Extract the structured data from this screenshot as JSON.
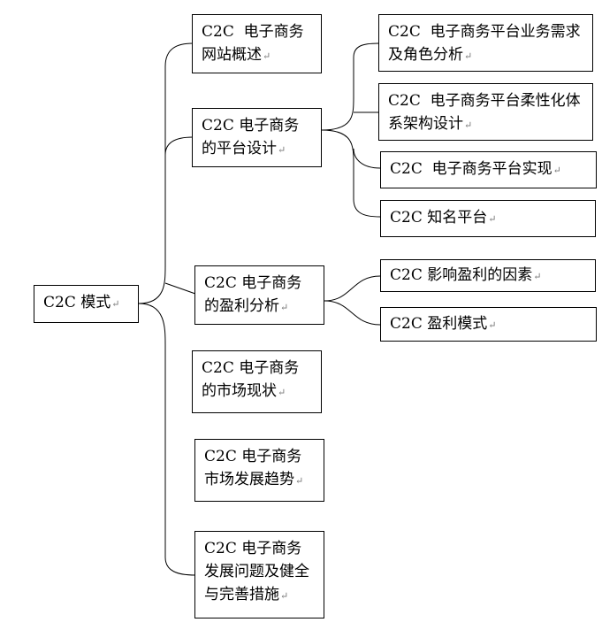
{
  "root": {
    "label": "C2C 模式"
  },
  "level1": [
    {
      "label": "C2C  电子商务网站概述"
    },
    {
      "label": "C2C 电子商务的平台设计"
    },
    {
      "label": "C2C 电子商务的盈利分析"
    },
    {
      "label": "C2C 电子商务的市场现状"
    },
    {
      "label": "C2C 电子商务市场发展趋势"
    },
    {
      "label": "C2C 电子商务发展问题及健全与完善措施"
    }
  ],
  "platform_children": [
    {
      "label": "C2C  电子商务平台业务需求及角色分析"
    },
    {
      "label": "C2C  电子商务平台柔性化体系架构设计"
    },
    {
      "label": "C2C  电子商务平台实现"
    },
    {
      "label": "C2C 知名平台"
    }
  ],
  "profit_children": [
    {
      "label": "C2C 影响盈利的因素"
    },
    {
      "label": "C2C 盈利模式"
    }
  ],
  "paragraph_mark": "↵"
}
